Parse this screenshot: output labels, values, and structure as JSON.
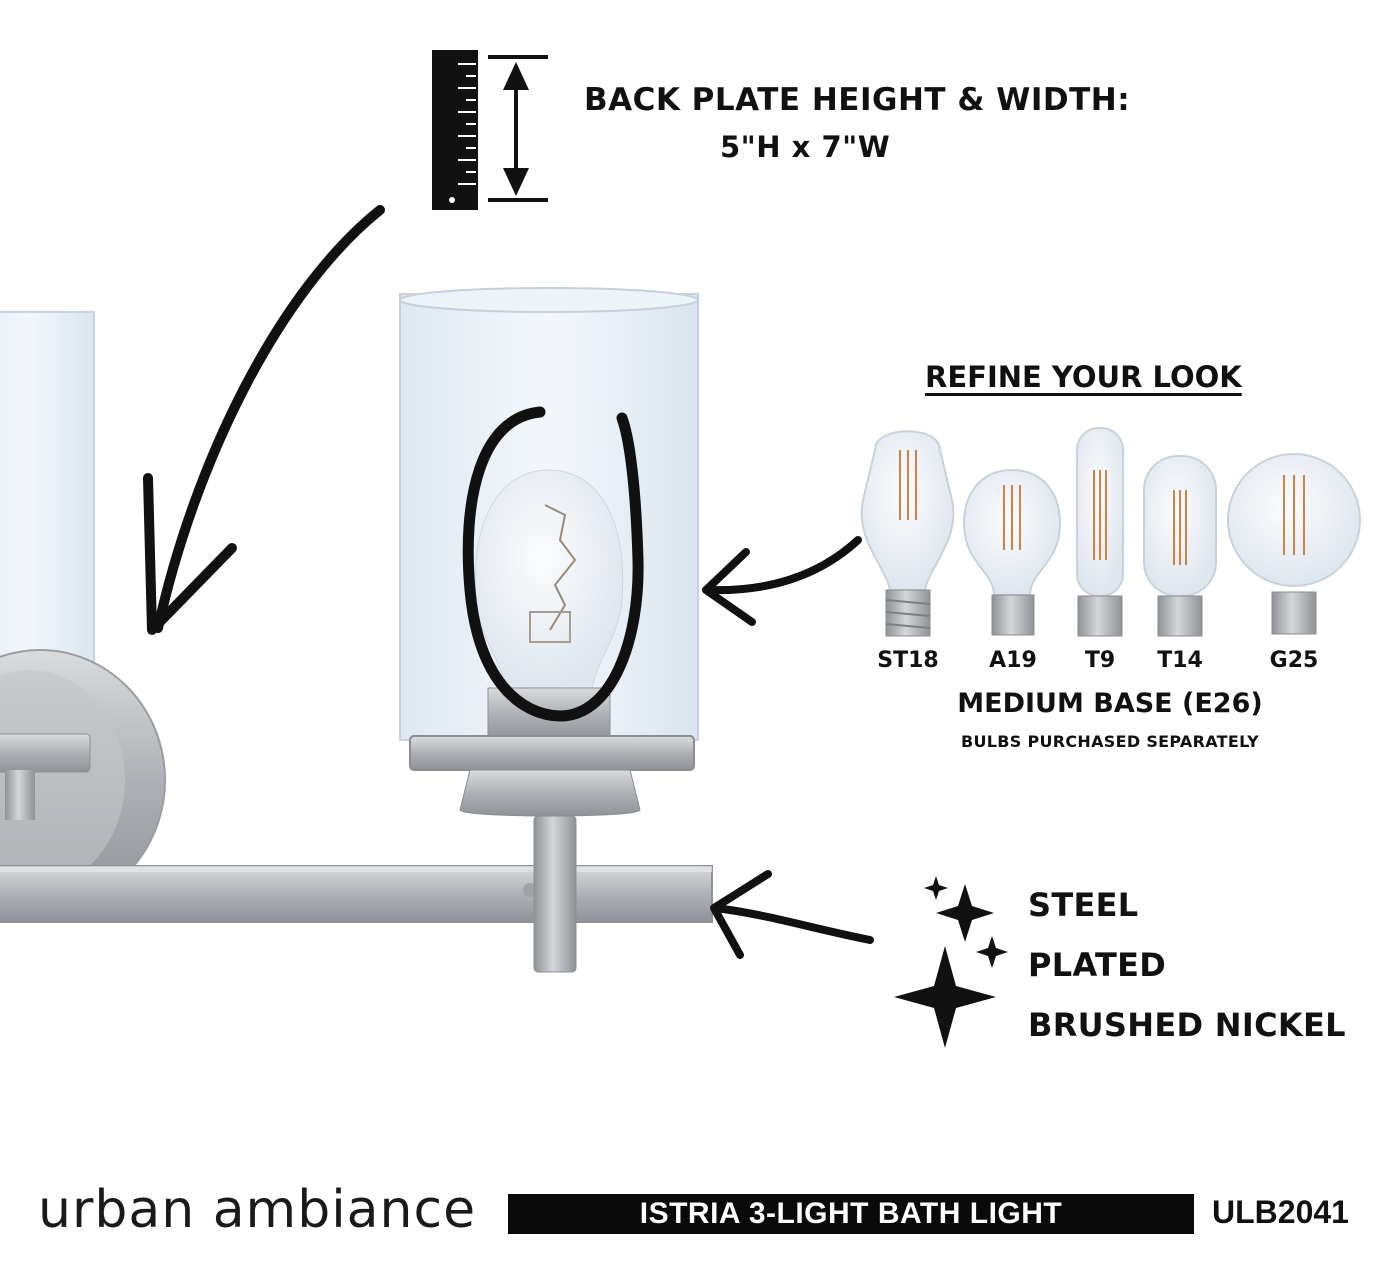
{
  "backplate": {
    "heading": "BACK PLATE HEIGHT & WIDTH:",
    "dimensions": "5\"H x 7\"W"
  },
  "refine": {
    "heading": "REFINE YOUR LOOK",
    "bulbs": [
      {
        "label": "ST18"
      },
      {
        "label": "A19"
      },
      {
        "label": "T9"
      },
      {
        "label": "T14"
      },
      {
        "label": "G25"
      }
    ],
    "base": "MEDIUM BASE (E26)",
    "note": "BULBS PURCHASED SEPARATELY"
  },
  "features": [
    "STEEL",
    "PLATED",
    "BRUSHED NICKEL"
  ],
  "footer": {
    "brand": "urban ambiance",
    "product_name": "ISTRIA 3-LIGHT BATH LIGHT",
    "sku": "ULB2041"
  },
  "colors": {
    "ink": "#111111",
    "nickel": "#aeb1b5",
    "glass": "#e7eef5",
    "filament": "#c9844a",
    "banner": "#0a0a0a"
  }
}
